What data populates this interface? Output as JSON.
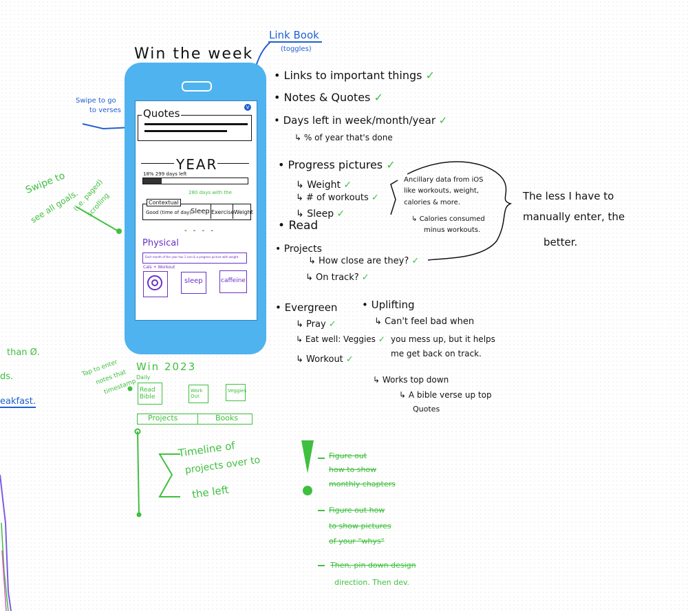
{
  "colors": {
    "ink": "#111111",
    "blue": "#1f5fd1",
    "green": "#3fbf3f",
    "purple": "#6a2fc7",
    "phone": "#4fb3f0"
  },
  "phone": {
    "title": "Win the week",
    "quotes_label": "Quotes",
    "year_label": "YEAR",
    "year_progress_text": "18% 299 days left",
    "year_progress": 0.18,
    "green_note": "280 days with the",
    "contextual_label": "Contextual",
    "good_label": "Good (time of day)",
    "sleep": "Sleep",
    "exercise": "Exercise",
    "weight": "Weight",
    "physical_label": "Physical",
    "physical_bar": "Each month of the year has 1 icon & a progress picture with weight",
    "cals_label": "Cals + Workout",
    "tile_sleep": "sleep",
    "tile_caffeine": "caffeine"
  },
  "annotations": {
    "link_book": "Link Book",
    "toggles": "(toggles)",
    "swipe_verses_1": "Swipe to go",
    "swipe_verses_2": "to verses",
    "swipe_goals_1": "Swipe to",
    "swipe_goals_2": "see all goals.",
    "swipe_goals_3": "(i.e. paged)",
    "swipe_goals_4": "scrolling",
    "tap_note_1": "Tap to enter",
    "tap_note_2": "notes that",
    "tap_note_3": "timestamp",
    "left_1": "than Ø.",
    "left_2": "ds.",
    "left_3": "eakfast."
  },
  "features": {
    "links": "Links to important things",
    "notes": "Notes & Quotes",
    "days_left": "Days left in week/month/year",
    "pct_year": "% of year that's done",
    "progress": "Progress pictures",
    "weight": "Weight",
    "workouts": "# of workouts",
    "sleep": "Sleep",
    "read": "Read",
    "projects": "Projects",
    "how_close": "How close are they?",
    "on_track": "On track?",
    "evergreen": "Evergreen",
    "pray": "Pray",
    "eat_well": "Eat well: Veggies",
    "workout": "Workout",
    "uplifting": "Uplifting",
    "cant_feel_1": "Can't feel bad when",
    "cant_feel_2": "you mess up, but it helps",
    "cant_feel_3": "me get back on track.",
    "works_top": "Works top down",
    "bible_verse_1": "A bible verse up top",
    "bible_verse_2": "Quotes",
    "checkmark": "✓"
  },
  "ancillary": {
    "line1": "Ancillary data from iOS",
    "line2": "like workouts, weight,",
    "line3": "calories & more.",
    "cal_1": "Calories consumed",
    "cal_2": "minus workouts."
  },
  "less_enter": {
    "line1": "The less I have to",
    "line2": "manually enter, the",
    "line3": "better."
  },
  "win2023": {
    "title": "Win 2023",
    "daily": "Daily",
    "read_bible": "Read Bible",
    "work_out": "Work Out",
    "veggies": "Veggies",
    "tab_projects": "Projects",
    "tab_books": "Books",
    "timeline_1": "Timeline of",
    "timeline_2": "projects over to",
    "timeline_3": "the left"
  },
  "todo": {
    "item1_1": "Figure out",
    "item1_2": "how to show",
    "item1_3": "monthly chapters",
    "item2_1": "Figure out how",
    "item2_2": "to show pictures",
    "item2_3": "of your \"whys\"",
    "item3_1": "Then, pin down design",
    "item3_2": "direction. Then dev."
  }
}
